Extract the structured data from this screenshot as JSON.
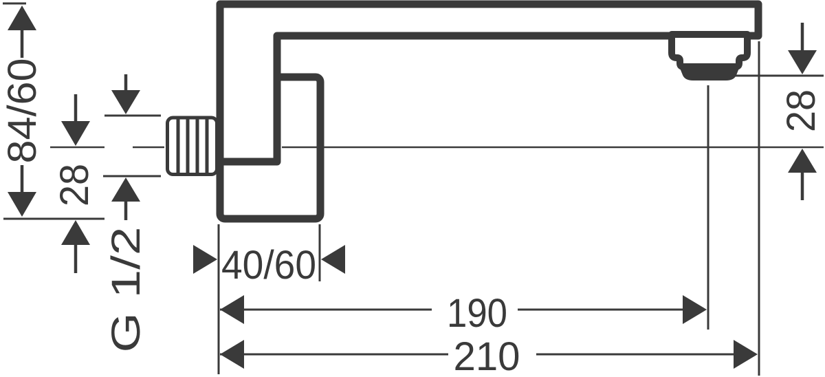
{
  "drawing": {
    "ink_color": "#3a3a3a",
    "background_color": "#ffffff",
    "labels": {
      "overall_height": "84/60",
      "centerline_to_plate_bottom": "28",
      "thread_size": "G 1/2",
      "wall_plate_width": "40/60",
      "reach_to_outlet_center": "190",
      "overall_reach": "210",
      "outlet_to_centerline_drop": "28"
    }
  }
}
